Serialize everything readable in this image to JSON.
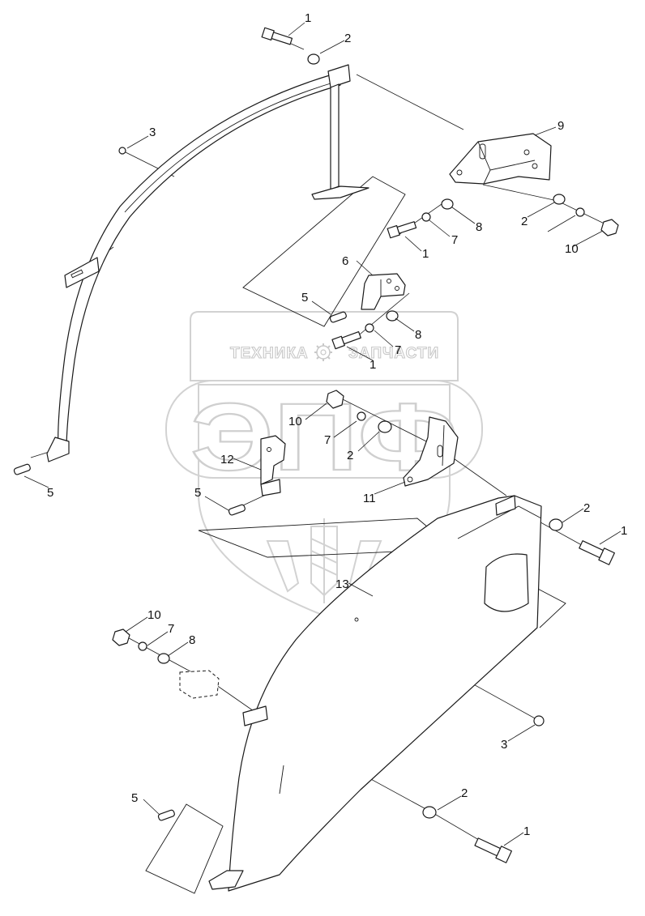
{
  "watermark": {
    "brand_left": "ТЕХНИКА",
    "brand_right": "ЗАПЧАСТИ",
    "monogram": "ЭПФ"
  },
  "callouts": [
    {
      "id": "c1a",
      "text": "1"
    },
    {
      "id": "c2a",
      "text": "2"
    },
    {
      "id": "c3a",
      "text": "3"
    },
    {
      "id": "c9",
      "text": "9"
    },
    {
      "id": "c8a",
      "text": "8"
    },
    {
      "id": "c2b",
      "text": "2"
    },
    {
      "id": "c7a",
      "text": "7"
    },
    {
      "id": "c1b",
      "text": "1"
    },
    {
      "id": "c10a",
      "text": "10"
    },
    {
      "id": "c6",
      "text": "6"
    },
    {
      "id": "c5a",
      "text": "5"
    },
    {
      "id": "c8b",
      "text": "8"
    },
    {
      "id": "c7b",
      "text": "7"
    },
    {
      "id": "c1c",
      "text": "1"
    },
    {
      "id": "c10b",
      "text": "10"
    },
    {
      "id": "c7c",
      "text": "7"
    },
    {
      "id": "c2c",
      "text": "2"
    },
    {
      "id": "c12",
      "text": "12"
    },
    {
      "id": "c11",
      "text": "11"
    },
    {
      "id": "c5b",
      "text": "5"
    },
    {
      "id": "c5c",
      "text": "5"
    },
    {
      "id": "c2d",
      "text": "2"
    },
    {
      "id": "c1d",
      "text": "1"
    },
    {
      "id": "c13",
      "text": "13"
    },
    {
      "id": "c10c",
      "text": "10"
    },
    {
      "id": "c7d",
      "text": "7"
    },
    {
      "id": "c8c",
      "text": "8"
    },
    {
      "id": "c3b",
      "text": "3"
    },
    {
      "id": "c5d",
      "text": "5"
    },
    {
      "id": "c2e",
      "text": "2"
    },
    {
      "id": "c1e",
      "text": "1"
    }
  ]
}
